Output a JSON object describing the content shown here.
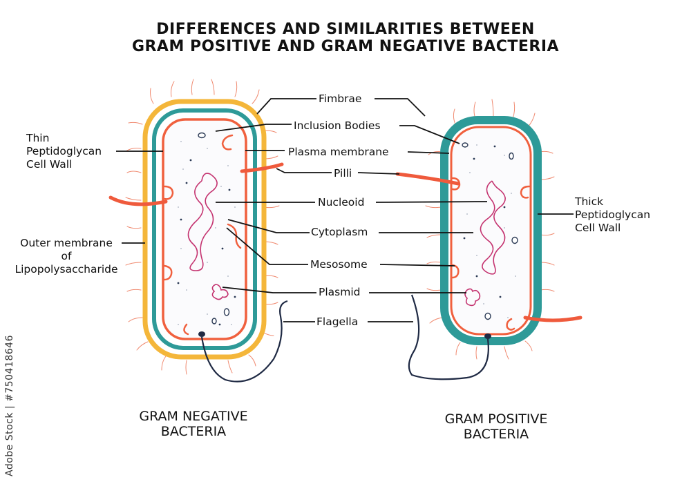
{
  "title": {
    "line1": "DIFFERENCES AND SIMILARITIES BETWEEN",
    "line2": "GRAM POSITIVE AND GRAM NEGATIVE BACTERIA"
  },
  "labels": {
    "fimbrae": "Fimbrae",
    "inclusion_bodies": "Inclusion Bodies",
    "plasma_membrane": "Plasma membrane",
    "pilli": "Pilli",
    "nucleoid": "Nucleoid",
    "cytoplasm": "Cytoplasm",
    "mesosome": "Mesosome",
    "plasmid": "Plasmid",
    "flagella": "Flagella"
  },
  "left_labels": {
    "thin_wall": [
      "Thin",
      "Peptidoglycan",
      "Cell Wall"
    ],
    "outer_membrane": [
      "Outer membrane",
      "of",
      "Lipopolysaccharide"
    ]
  },
  "right_labels": {
    "thick_wall": [
      "Thick",
      "Peptidoglycan",
      "Cell Wall"
    ]
  },
  "captions": {
    "gram_negative": [
      "GRAM NEGATIVE",
      "BACTERIA"
    ],
    "gram_positive": [
      "GRAM POSITIVE",
      "BACTERIA"
    ]
  },
  "watermark": "Adobe Stock | #750418646",
  "colors": {
    "outer_membrane": "#f4b63a",
    "cell_wall": "#2e9a98",
    "plasma_membrane": "#f0603e",
    "pilli": "#ef5a3c",
    "dna": "#c4326f",
    "flagella": "#1f2a44",
    "fimbrae": "#f08a70"
  }
}
